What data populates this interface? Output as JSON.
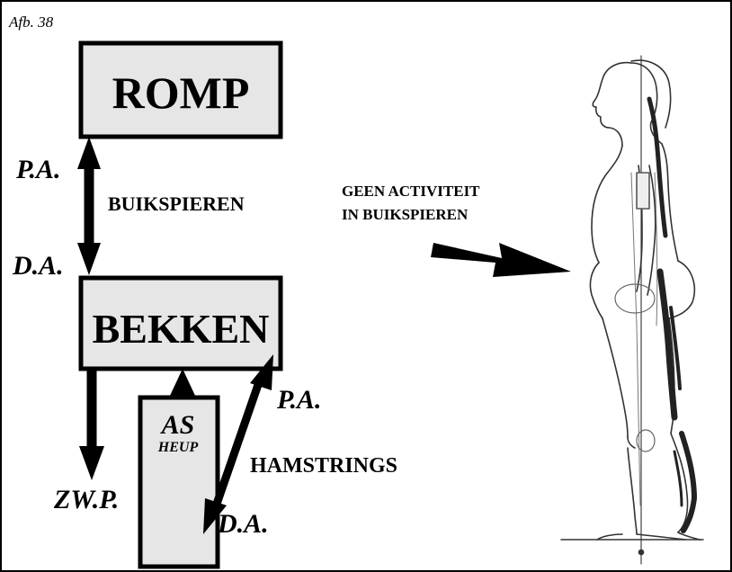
{
  "figure_label": "Afb. 38",
  "boxes": {
    "romp": "ROMP",
    "bekken": "BEKKEN",
    "as": "AS",
    "heup": "HEUP"
  },
  "labels": {
    "pa_top": "P.A.",
    "da_top": "D.A.",
    "buikspieren": "BUIKSPIEREN",
    "zwp": "ZW.P.",
    "pa_bottom": "P.A.",
    "da_bottom": "D.A.",
    "hamstrings": "HAMSTRINGS"
  },
  "annotation": {
    "line1": "GEEN ACTIVITEIT",
    "line2": "IN BUIKSPIEREN"
  },
  "colors": {
    "box_fill": "#e6e6e6",
    "ink": "#000000",
    "muscle": "#2a2a2a"
  }
}
